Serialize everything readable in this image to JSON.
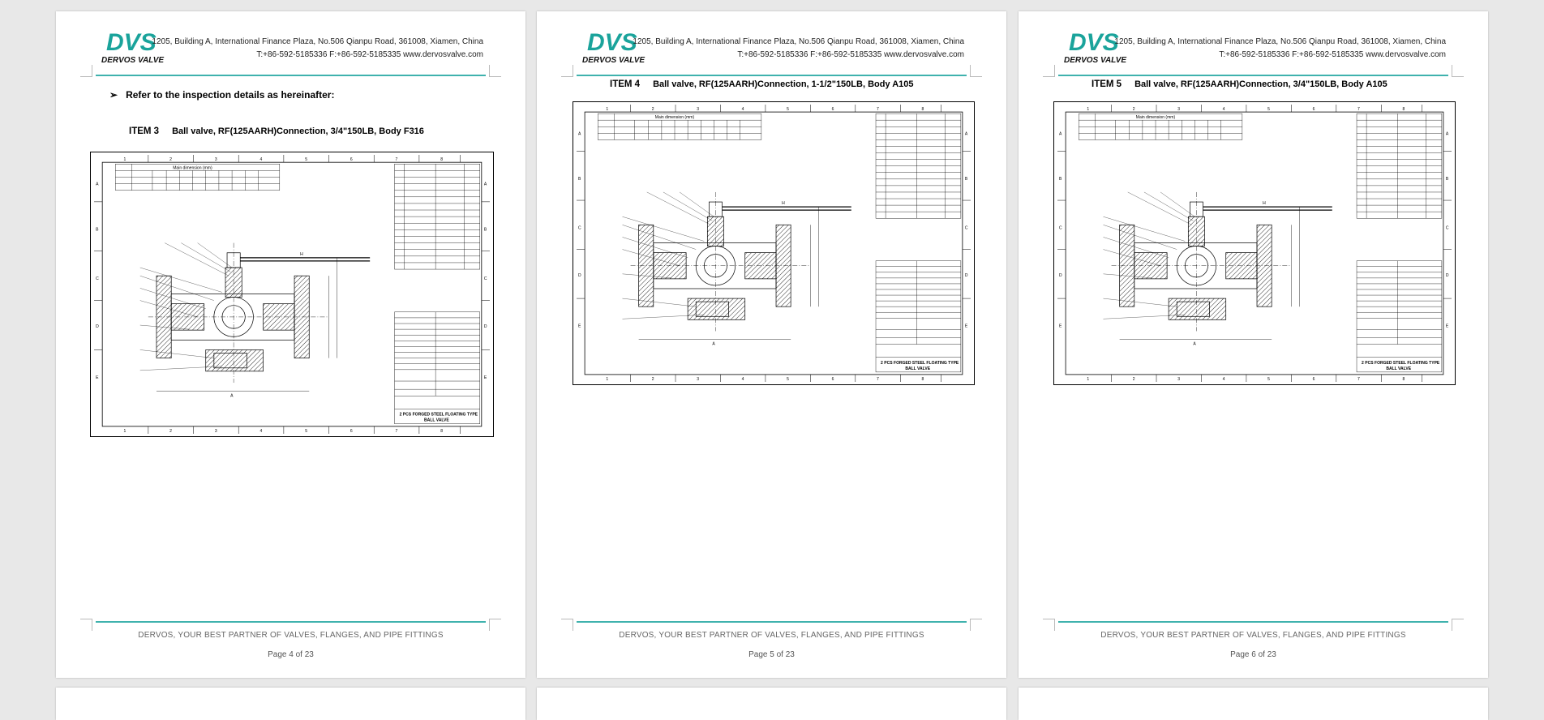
{
  "header": {
    "logo_text": "DVS",
    "brand_name": "DERVOS VALVE",
    "address": "1205, Building A, International Finance Plaza, No.506 Qianpu Road, 361008, Xiamen, China",
    "contact": "T:+86-592-5185336   F:+86-592-5185335   www.dervosvalve.com"
  },
  "footer": {
    "slogan": "DERVOS, YOUR BEST PARTNER OF VALVES, FLANGES, AND PIPE FITTINGS"
  },
  "pages": [
    {
      "refer_text": "Refer to the inspection details as hereinafter:",
      "item_label": "ITEM 3",
      "item_desc": "Ball valve, RF(125AARH)Connection, 3/4\"150LB, Body F316",
      "page_number": "Page 4 of 23"
    },
    {
      "item_label": "ITEM 4",
      "item_desc": "Ball valve, RF(125AARH)Connection, 1-1/2\"150LB, Body A105",
      "page_number": "Page 5 of 23"
    },
    {
      "item_label": "ITEM 5",
      "item_desc": "Ball valve, RF(125AARH)Connection, 3/4\"150LB, Body A105",
      "page_number": "Page 6 of 23"
    }
  ],
  "drawing": {
    "title_line1": "2 PCS FORGED STEEL FLOATING TYPE",
    "title_line2": "BALL VALVE"
  },
  "colors": {
    "accent": "#1aa39b",
    "rule": "#3fb2ad",
    "background": "#e8e8e8"
  }
}
